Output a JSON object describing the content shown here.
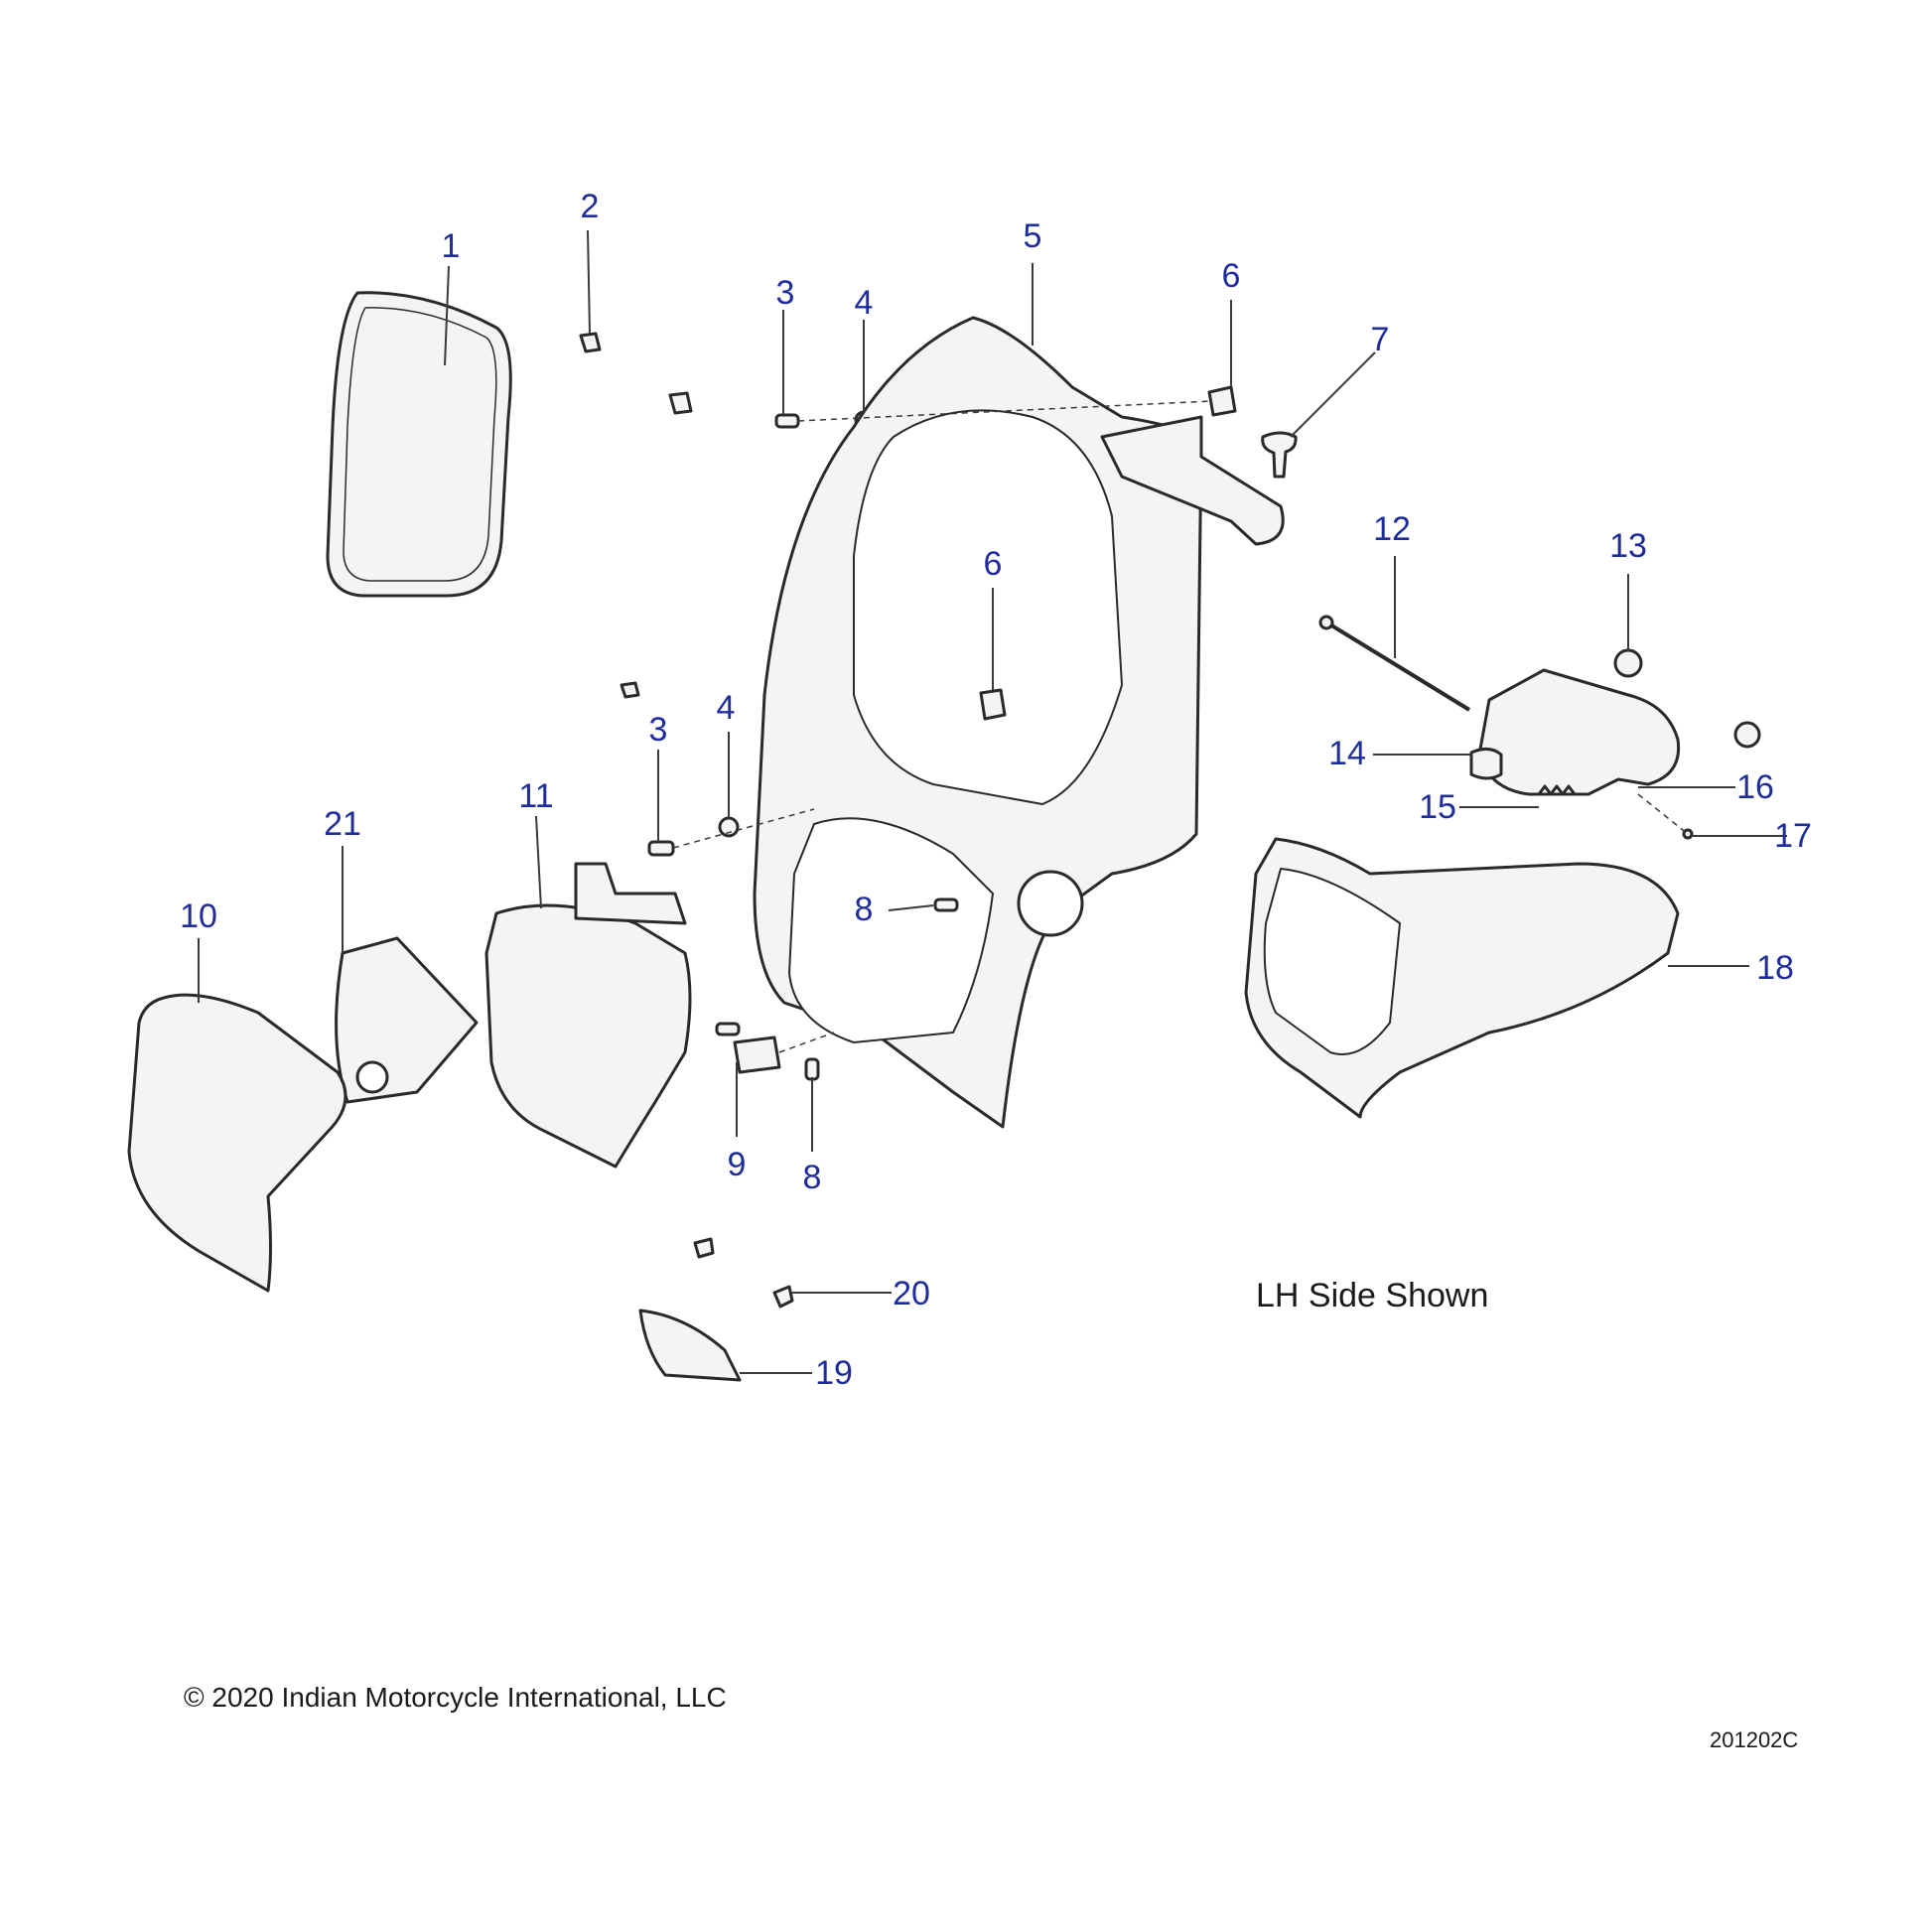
{
  "diagram": {
    "type": "exploded-parts-diagram",
    "callouts": [
      {
        "id": "c1",
        "label": "1"
      },
      {
        "id": "c2",
        "label": "2"
      },
      {
        "id": "c3a",
        "label": "3"
      },
      {
        "id": "c4a",
        "label": "4"
      },
      {
        "id": "c5",
        "label": "5"
      },
      {
        "id": "c6a",
        "label": "6"
      },
      {
        "id": "c7",
        "label": "7"
      },
      {
        "id": "c6b",
        "label": "6"
      },
      {
        "id": "c12",
        "label": "12"
      },
      {
        "id": "c13",
        "label": "13"
      },
      {
        "id": "c3b",
        "label": "3"
      },
      {
        "id": "c4b",
        "label": "4"
      },
      {
        "id": "c11",
        "label": "11"
      },
      {
        "id": "c21",
        "label": "21"
      },
      {
        "id": "c14",
        "label": "14"
      },
      {
        "id": "c16",
        "label": "16"
      },
      {
        "id": "c15",
        "label": "15"
      },
      {
        "id": "c17",
        "label": "17"
      },
      {
        "id": "c10",
        "label": "10"
      },
      {
        "id": "c8a",
        "label": "8"
      },
      {
        "id": "c18",
        "label": "18"
      },
      {
        "id": "c9",
        "label": "9"
      },
      {
        "id": "c8b",
        "label": "8"
      },
      {
        "id": "c20",
        "label": "20"
      },
      {
        "id": "c19",
        "label": "19"
      }
    ],
    "note": "LH Side Shown",
    "copyright": "© 2020 Indian Motorcycle International, LLC",
    "drawing_code": "201202C",
    "colors": {
      "callout": "#1f2d9c",
      "line": "#3a3a3a",
      "part_fill": "#f3f3f3",
      "part_stroke": "#2a2a2a"
    }
  }
}
